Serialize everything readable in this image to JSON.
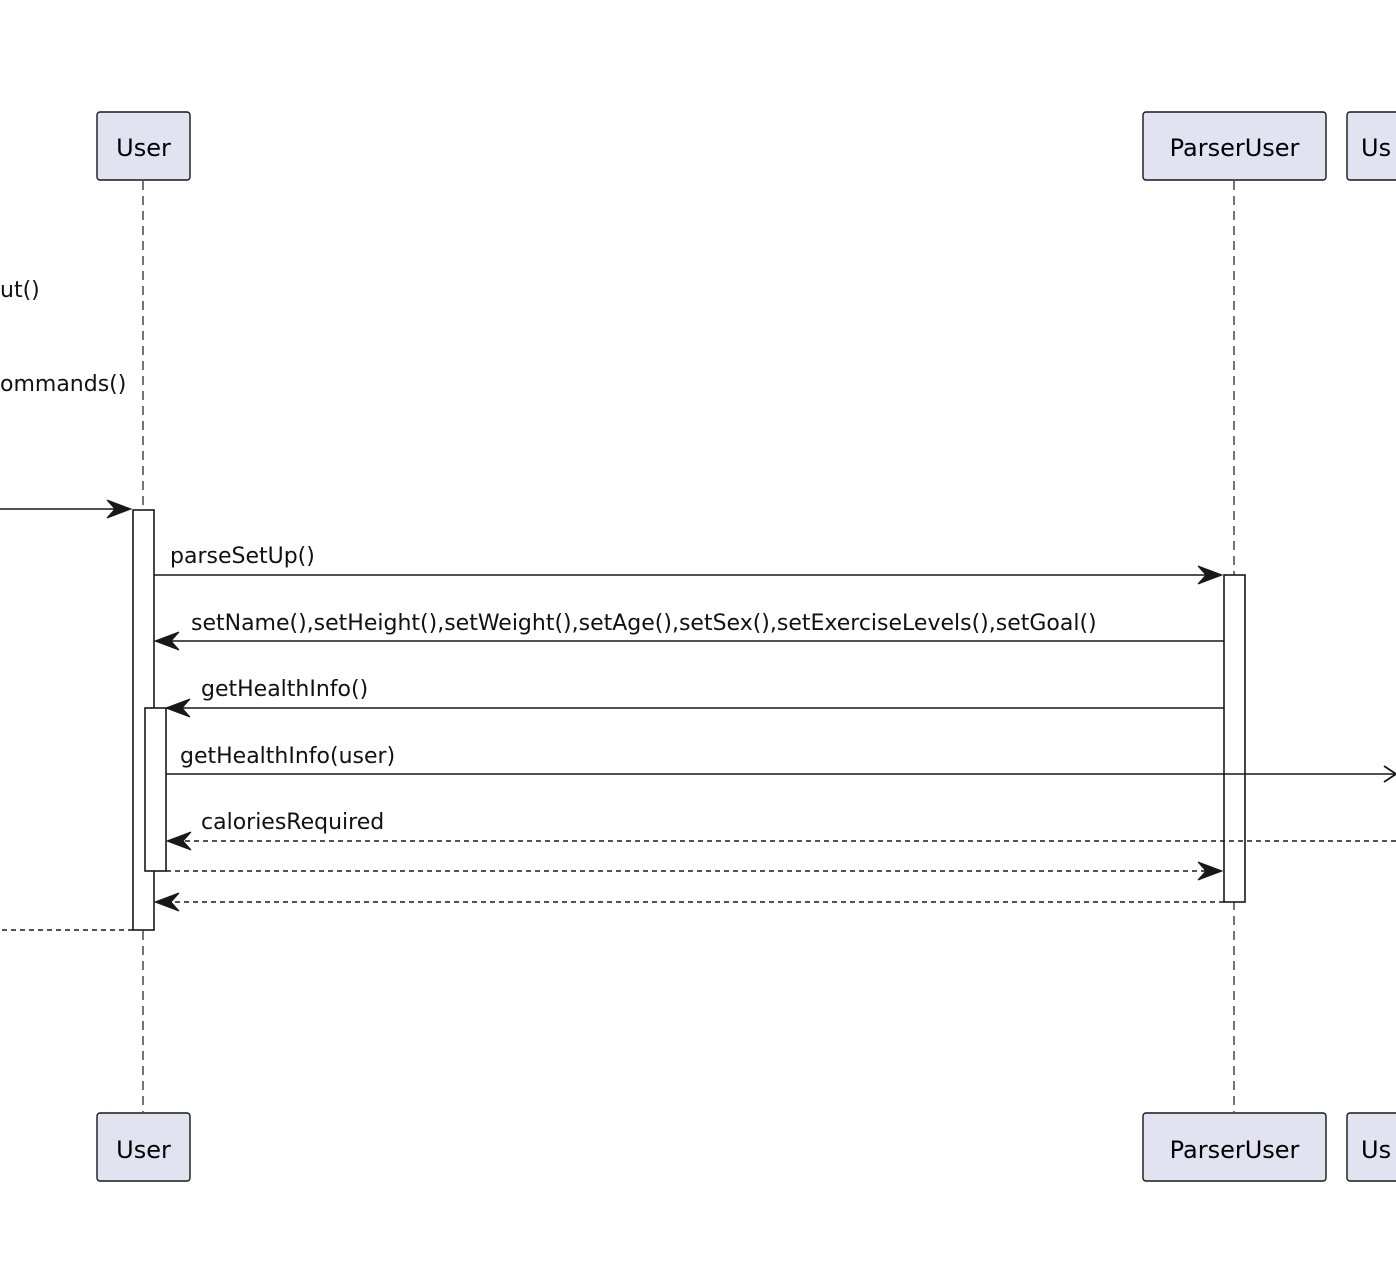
{
  "participants": {
    "user": "User",
    "parser_user": "ParserUser",
    "partial_right": "Us"
  },
  "offscreen_labels": {
    "upper": "ut()",
    "lower": "ommands()"
  },
  "messages": {
    "m1": "parseSetUp()",
    "m2": "setName(),setHeight(),setWeight(),setAge(),setSex(),setExerciseLevels(),setGoal()",
    "m3": "getHealthInfo()",
    "m4": "getHealthInfo(user)",
    "m5": "caloriesRequired"
  },
  "colors": {
    "participant_fill": "#e2e2f0",
    "line": "#181818",
    "background": "#ffffff"
  }
}
